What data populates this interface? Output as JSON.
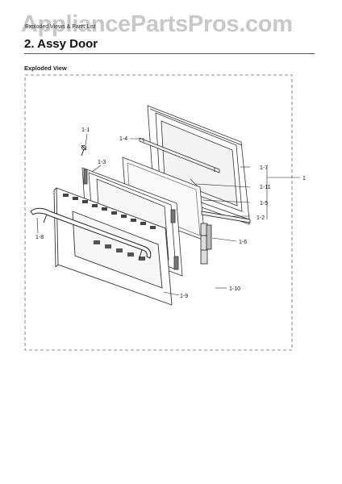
{
  "watermark": "AppliancePartsPros.com",
  "breadcrumb": "Exploded Views & Parts List",
  "section_title": "2.  Assy Door",
  "subtitle": "Exploded View",
  "callouts": {
    "c1_1": "1-1",
    "c1_2": "1-2",
    "c1_3": "1-3",
    "c1_4": "1-4",
    "c1_5": "1-5",
    "c1_6": "1-6",
    "c1_7": "1-7",
    "c1_8": "1-8",
    "c1_9": "1-9",
    "c1_10": "1-10",
    "c1_11": "1-11",
    "c1": "1"
  }
}
